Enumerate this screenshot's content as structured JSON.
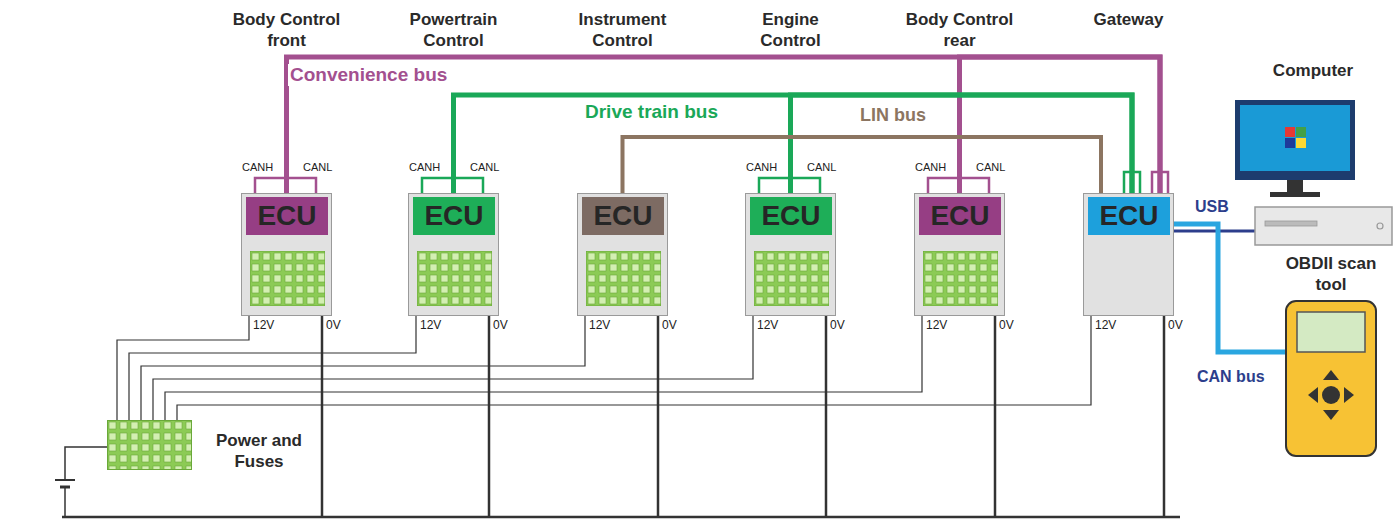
{
  "diagram": {
    "nodes": [
      {
        "text": [
          "Body Control front",
          "ECU"
        ]
      },
      {
        "text": [
          "Powertrain Control",
          "ECU"
        ]
      },
      {
        "text": [
          "Instrument Control",
          "ECU"
        ]
      },
      {
        "text": [
          "Engine Control",
          "ECU"
        ]
      },
      {
        "text": [
          "Body Control rear",
          "ECU"
        ]
      },
      {
        "text": [
          "Gateway",
          "ECU"
        ]
      },
      {
        "text": [
          "Computer"
        ]
      },
      {
        "text": [
          "OBDII scan tool"
        ]
      },
      {
        "text": [
          "Power and Fuses"
        ]
      }
    ],
    "edges": [
      {
        "from": 0,
        "to": 5,
        "arrow": "none",
        "label": "Convenience bus"
      },
      {
        "from": 4,
        "to": 5,
        "arrow": "none"
      },
      {
        "from": 1,
        "to": 5,
        "arrow": "none",
        "label": "Drive train bus"
      },
      {
        "from": 3,
        "to": 5,
        "arrow": "none"
      },
      {
        "from": 2,
        "to": 5,
        "arrow": "none",
        "label": "LIN bus"
      },
      {
        "from": 5,
        "to": 6,
        "arrow": "none",
        "label": "USB"
      },
      {
        "from": 5,
        "to": 7,
        "arrow": "none",
        "label": "CAN bus"
      },
      {
        "from": 8,
        "to": 0,
        "arrow": "none"
      },
      {
        "from": 8,
        "to": 1,
        "arrow": "none"
      },
      {
        "from": 8,
        "to": 2,
        "arrow": "none"
      },
      {
        "from": 8,
        "to": 3,
        "arrow": "none"
      },
      {
        "from": 8,
        "to": 4,
        "arrow": "none"
      },
      {
        "from": 8,
        "to": 5,
        "arrow": "none"
      }
    ],
    "labels": [
      "CANH",
      "CANL",
      "CANH",
      "CANL",
      "CANH",
      "CANL",
      "CANH",
      "CANL",
      "12V",
      "0V",
      "12V",
      "0V",
      "12V",
      "0V",
      "12V",
      "0V",
      "12V",
      "0V",
      "12V",
      "0V"
    ]
  }
}
